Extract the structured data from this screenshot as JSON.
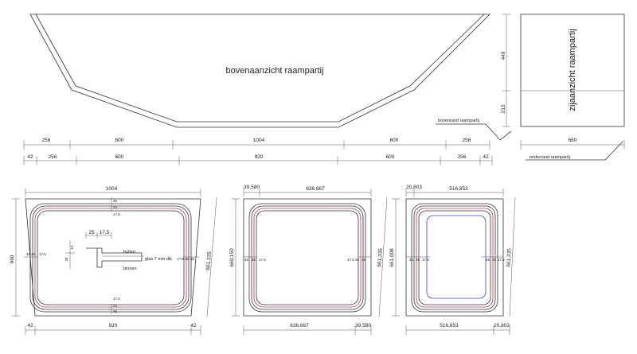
{
  "top_view": {
    "label": "bovenaanzicht raampartij",
    "dims_row1": [
      "256",
      "600",
      "1004",
      "600",
      "256"
    ],
    "dims_row2": [
      "42",
      "256",
      "600",
      "920",
      "600",
      "256",
      "42"
    ]
  },
  "side_view": {
    "label": "zijaanzicht raampartij",
    "dim_upper": "449",
    "dim_lower": "213",
    "dim_width": "660",
    "note_top": "bovenrand raampartij",
    "note_bottom": "onderrand raampartij"
  },
  "panel_left": {
    "top_width": "1004",
    "height": "660",
    "slant_height": "661,335",
    "bottom_left": "42",
    "bottom_mid": "920",
    "bottom_right": "42",
    "top_offsets": [
      "35",
      "25",
      "17,5"
    ],
    "bottom_offsets": [
      "17,5",
      "25",
      "45"
    ],
    "left_offsets": [
      "45",
      "25",
      "17,5"
    ],
    "right_offsets": [
      "17,5",
      "25",
      "35"
    ],
    "detail": {
      "dim_a": "25",
      "dim_b": "17,5",
      "dim_c": "12",
      "dim_d": "28",
      "label_outside": "buiten",
      "label_inside": "binnen",
      "label_glass": "glas 7 mm dik"
    }
  },
  "panel_mid": {
    "top_left": "39,580",
    "top_width": "636,667",
    "height": "660,150",
    "slant_height": "661,335",
    "bottom_width": "636,667",
    "bottom_right": "39,580",
    "left_offsets": [
      "45",
      "25",
      "17,5"
    ],
    "right_offsets": [
      "17,5",
      "25",
      "45"
    ]
  },
  "panel_right": {
    "top_left": "20,803",
    "top_width": "516,853",
    "height": "661,008",
    "slant_height": "661,335",
    "bottom_width": "516,853",
    "bottom_right": "20,803",
    "left_offsets": [
      "45",
      "25",
      "17,5"
    ],
    "right_offsets": [
      "45",
      "25",
      "17,5"
    ]
  }
}
